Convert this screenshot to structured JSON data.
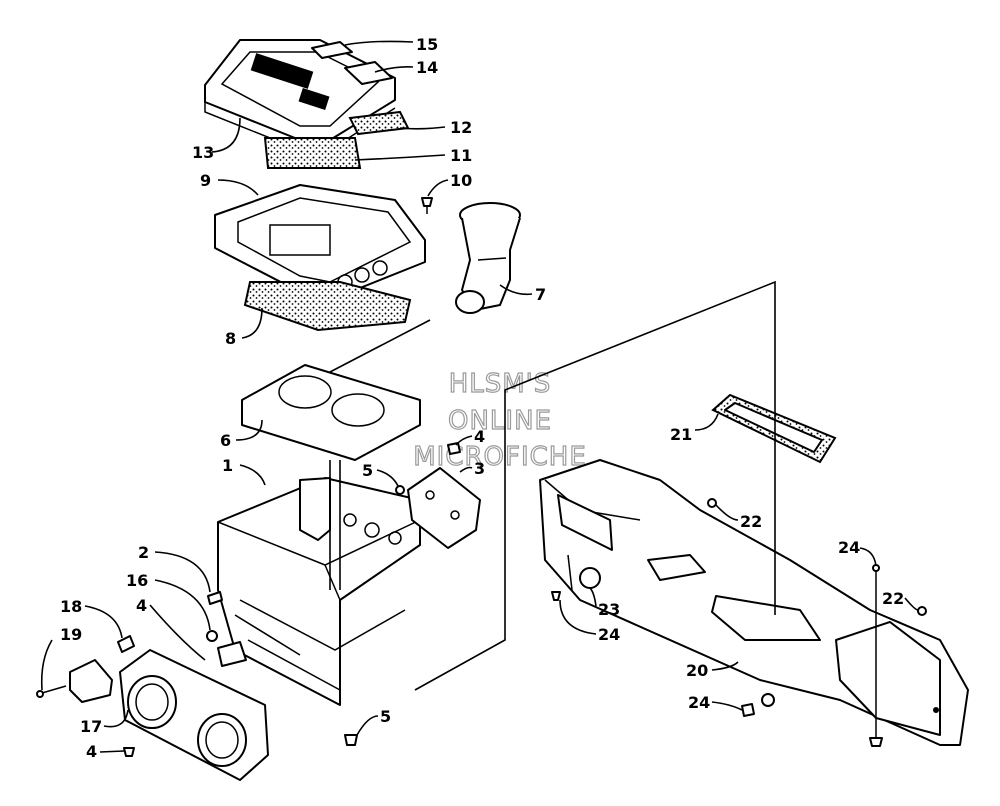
{
  "watermark": {
    "line1": "HLSM'S",
    "line2": "ONLINE",
    "line3": "MICROFICHE"
  },
  "callouts": {
    "c1": "1",
    "c2": "2",
    "c3": "3",
    "c4a": "4",
    "c4b": "4",
    "c4c": "4",
    "c5a": "5",
    "c5b": "5",
    "c6": "6",
    "c7": "7",
    "c8": "8",
    "c9": "9",
    "c10": "10",
    "c11": "11",
    "c12": "12",
    "c13": "13",
    "c14": "14",
    "c15": "15",
    "c16": "16",
    "c17": "17",
    "c18": "18",
    "c19": "19",
    "c20": "20",
    "c21": "21",
    "c22a": "22",
    "c22b": "22",
    "c23": "23",
    "c24a": "24",
    "c24b": "24",
    "c24c": "24"
  }
}
